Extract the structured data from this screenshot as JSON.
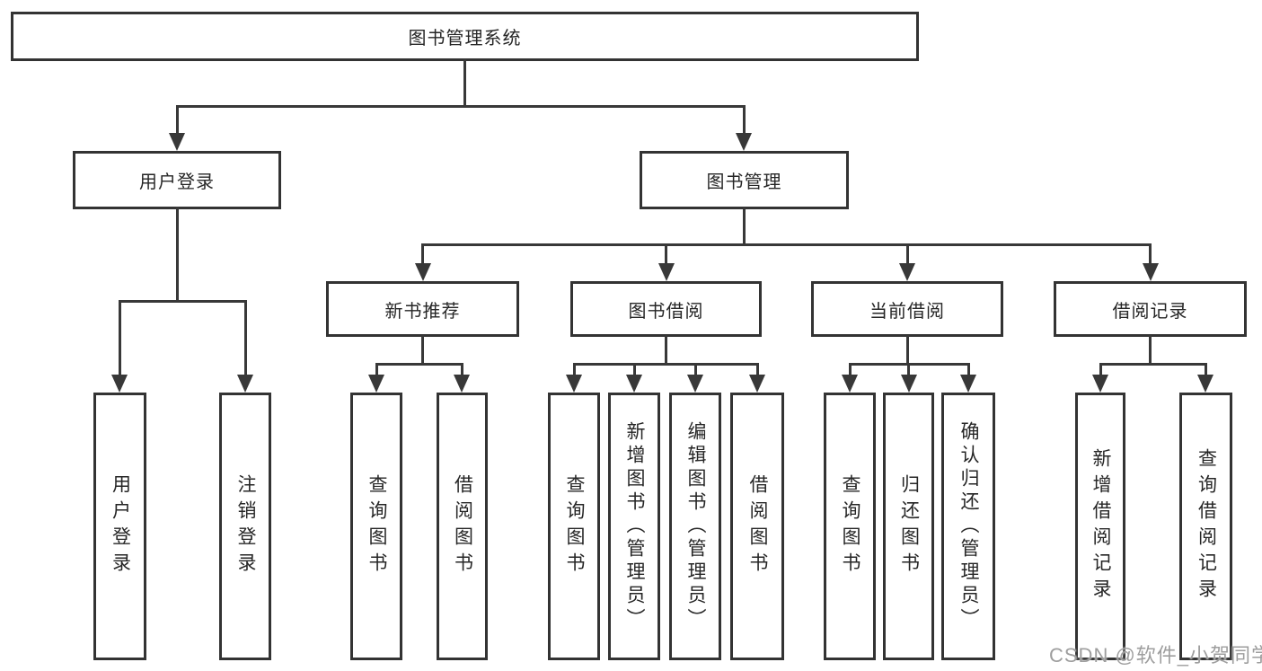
{
  "diagram": {
    "title_node": "图书管理系统",
    "level2": {
      "user_login": "用户登录",
      "book_management": "图书管理"
    },
    "level3": {
      "new_book_recommendation": "新书推荐",
      "book_borrowing": "图书借阅",
      "current_borrowing": "当前借阅",
      "borrowing_records": "借阅记录"
    },
    "leaves": {
      "login": [
        "用户登录",
        "注销登录"
      ],
      "recommend": [
        "查询图书",
        "借阅图书"
      ],
      "borrow": [
        "查询图书",
        "新增图书（管理员）",
        "编辑图书（管理员）",
        "借阅图书"
      ],
      "current": [
        "查询图书",
        "归还图书",
        "确认归还（管理员）"
      ],
      "records": [
        "新增借阅记录",
        "查询借阅记录"
      ]
    }
  },
  "watermark": "CSDN @软件_小贺同学",
  "colors": {
    "line": "#383838",
    "box_border": "#333333",
    "text": "#262626",
    "watermark": "#9e9e9e",
    "background": "#ffffff"
  }
}
